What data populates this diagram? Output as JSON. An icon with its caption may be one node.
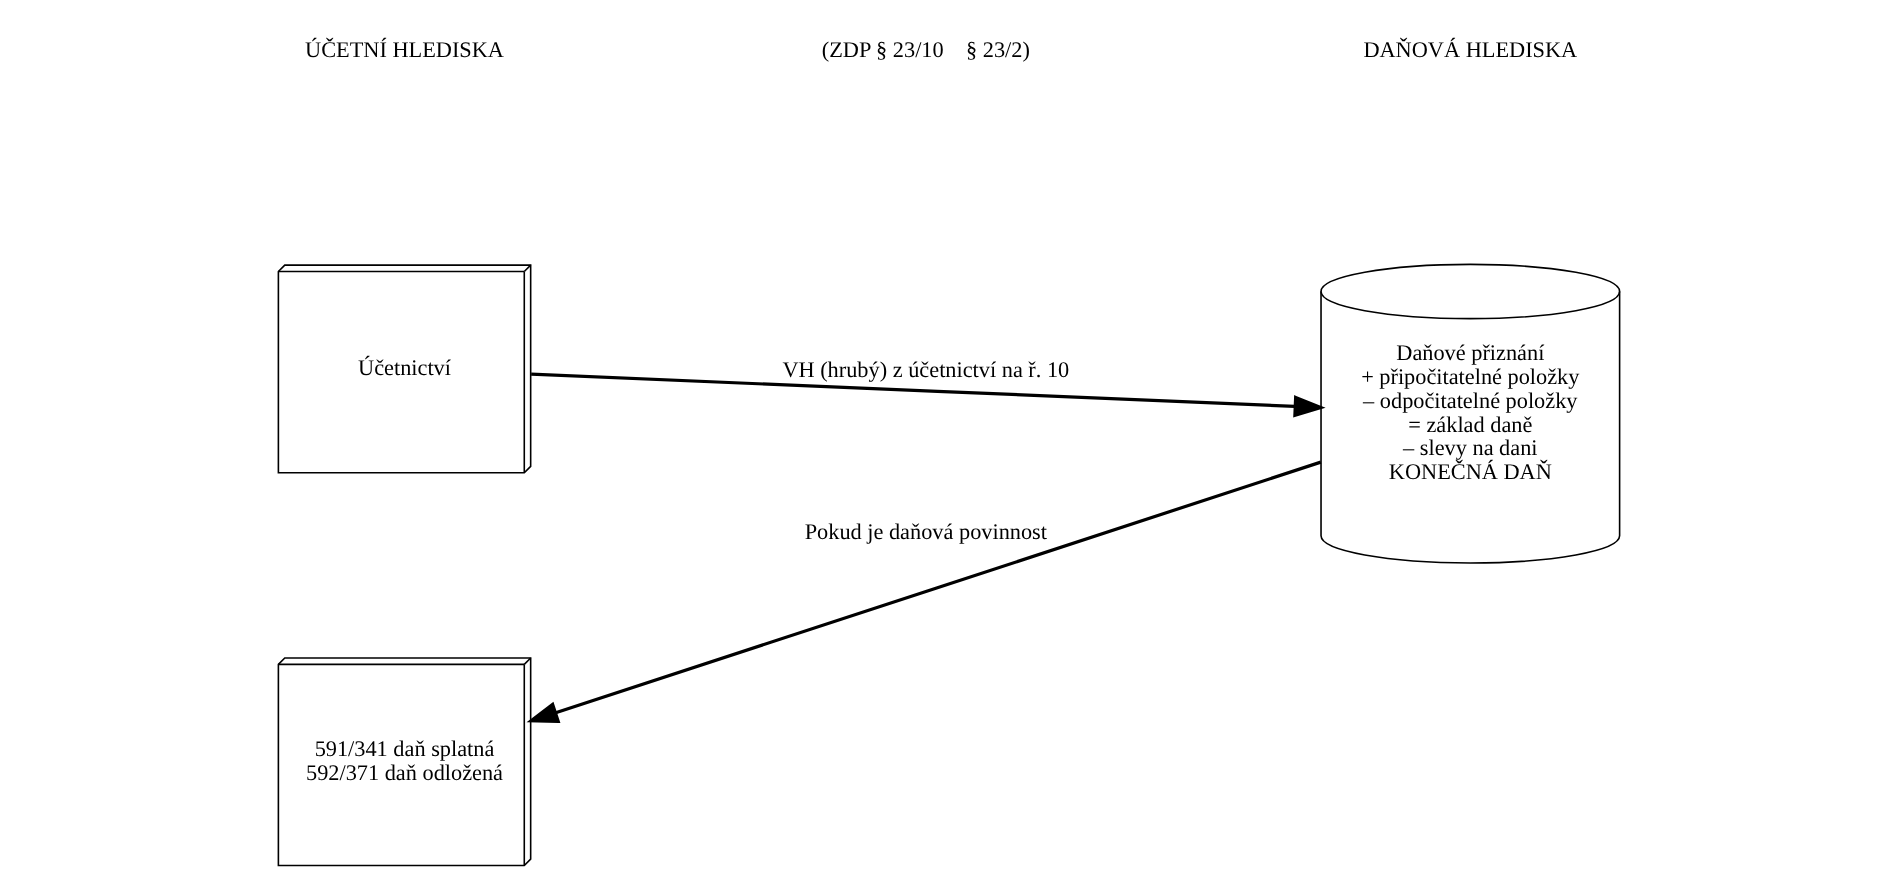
{
  "diagram": {
    "nodes": [
      {
        "text": [
          "Účetnictví"
        ]
      },
      {
        "text": [
          "591/341 daň splatná",
          "592/371 daň odložená"
        ]
      },
      {
        "text": [
          "Daňové přiznání",
          "+ připočitatelné položky",
          "– odpočitatelné položky",
          "= základ daně",
          "– slevy na dani",
          "KONEČNÁ DAŇ"
        ]
      }
    ],
    "edges": [
      {
        "from": 0,
        "to": 2,
        "arrow": "to",
        "label": "VH (hrubý) z účetnictví na ř. 10"
      },
      {
        "from": 2,
        "to": 1,
        "arrow": "to",
        "label": "Pokud je daňová povinnost"
      }
    ],
    "labels": [
      "ÚČETNÍ HLEDISKA",
      "DAŇOVÁ HLEDISKA",
      "(ZDP § 23/10    § 23/2)"
    ]
  }
}
